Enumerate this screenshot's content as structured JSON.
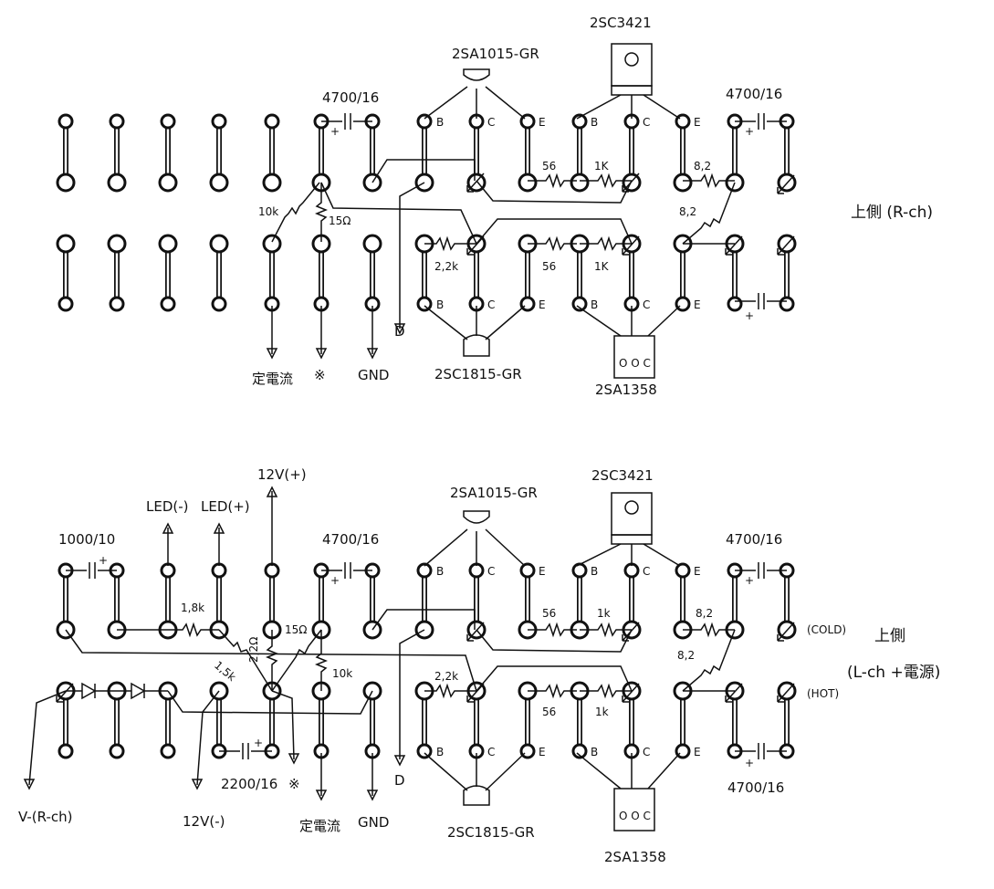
{
  "top": {
    "tr_upper_left": "2SA1015-GR",
    "tr_upper_right": "2SC3421",
    "tr_lower_left": "2SC1815-GR",
    "tr_lower_right": "2SA1358",
    "cap_left": "4700/16",
    "cap_right": "4700/16",
    "r_10k": "10k",
    "r_15": "15Ω",
    "r_22k": "2,2k",
    "r_56_up": "56",
    "r_1k_up": "1K",
    "r_56_low": "56",
    "r_1k_low": "1K",
    "r_82_up": "8,2",
    "r_82_low": "8,2",
    "lbl_cc": "定電流",
    "lbl_mark": "※",
    "lbl_gnd": "GND",
    "lbl_d": "D",
    "side": "上側 (R-ch)"
  },
  "bottom": {
    "tr_upper_left": "2SA1015-GR",
    "tr_upper_right": "2SC3421",
    "tr_lower_left": "2SC1815-GR",
    "tr_lower_right": "2SA1358",
    "cap_1000": "1000/10",
    "cap_left": "4700/16",
    "cap_right": "4700/16",
    "cap_right_low": "4700/16",
    "cap_2200": "2200/16",
    "lbl_led_m": "LED(-)",
    "lbl_led_p": "LED(+)",
    "lbl_12p": "12V(+)",
    "lbl_12m": "12V(-)",
    "lbl_vm": "V-(R-ch)",
    "r_18k": "1,8k",
    "r_15k": "1,5k",
    "r_22": "2,2Ω",
    "r_15": "15Ω",
    "r_10k": "10k",
    "r_22k": "2,2k",
    "r_56_up": "56",
    "r_1k_up": "1k",
    "r_56_low": "56",
    "r_1k_low": "1k",
    "r_82_up": "8,2",
    "r_82_low": "8,2",
    "lbl_cold": "(COLD)",
    "lbl_hot": "(HOT)",
    "lbl_cc": "定電流",
    "lbl_mark": "※",
    "lbl_gnd": "GND",
    "lbl_d": "D",
    "side1": "上側",
    "side2": "(L-ch +電源)"
  },
  "pins": {
    "b": "B",
    "c": "C",
    "e": "E",
    "plus": "+"
  }
}
